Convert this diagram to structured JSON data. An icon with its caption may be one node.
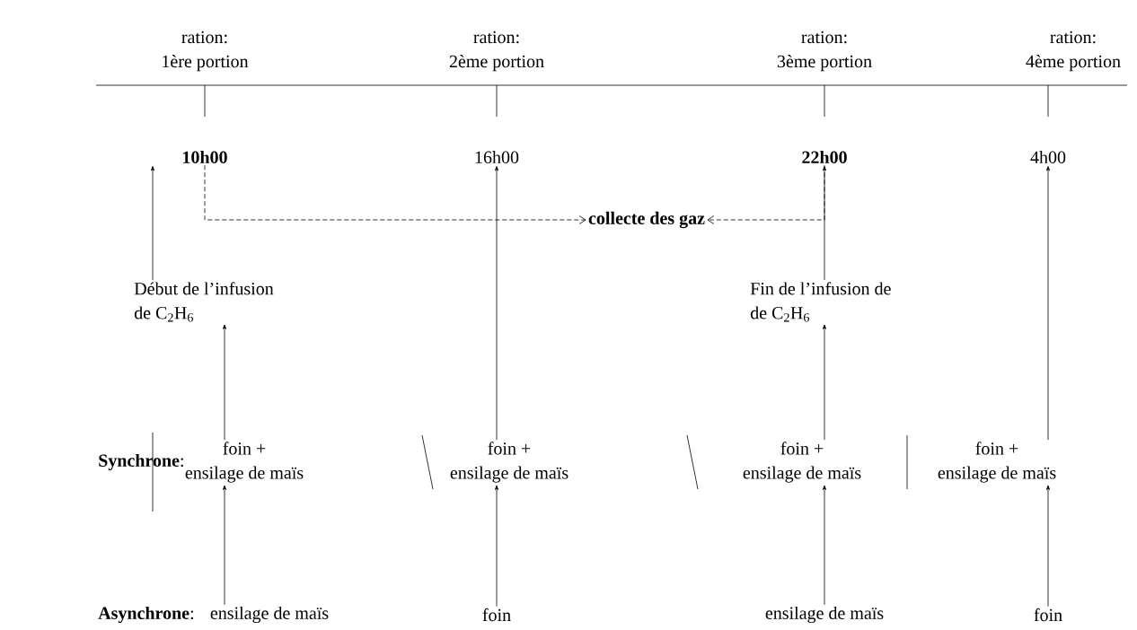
{
  "diagram": {
    "nodes": [
      {
        "text": [
          "10h00"
        ]
      },
      {
        "text": [
          "16h00"
        ]
      },
      {
        "text": [
          "22h00"
        ]
      },
      {
        "text": [
          "4h00"
        ]
      },
      {
        "text": [
          "collecte des gaz"
        ]
      },
      {
        "text": [
          "Début de l’infusion de C$_{2}$H$_{6}$"
        ]
      },
      {
        "text": [
          "Fin de l’infusion de de C$_{2}$H$_{6}$"
        ]
      },
      {
        "text": [
          "foin + ensilage de maïs"
        ]
      },
      {
        "text": [
          "foin + ensilage de maïs"
        ]
      },
      {
        "text": [
          "foin + ensilage de maïs"
        ]
      },
      {
        "text": [
          "foin + ensilage de maïs"
        ]
      },
      {
        "text": [
          "ensilage de maïs"
        ]
      },
      {
        "text": [
          "foin"
        ]
      },
      {
        "text": [
          "ensilage de maïs"
        ]
      },
      {
        "text": [
          "foin"
        ]
      }
    ],
    "edges": [
      {
        "from": 0,
        "to": 4,
        "arrow": "to",
        "style": "dashed"
      },
      {
        "from": 2,
        "to": 4,
        "arrow": "to",
        "style": "dashed"
      },
      {
        "from": 5,
        "to": 0,
        "arrow": "to"
      },
      {
        "from": 6,
        "to": 2,
        "arrow": "to"
      },
      {
        "from": 7,
        "to": 5,
        "arrow": "to"
      },
      {
        "from": 8,
        "to": 1,
        "arrow": "to"
      },
      {
        "from": 9,
        "to": 6,
        "arrow": "to"
      },
      {
        "from": 10,
        "to": 3,
        "arrow": "to"
      },
      {
        "from": 11,
        "to": 7,
        "arrow": "to"
      },
      {
        "from": 12,
        "to": 8,
        "arrow": "to"
      },
      {
        "from": 13,
        "to": 9,
        "arrow": "to"
      },
      {
        "from": 14,
        "to": 10,
        "arrow": "to"
      }
    ],
    "labels": [
      "ration: 1ère portion",
      "ration: 2ème portion",
      "ration: 3ème portion",
      "ration: 4ème portion",
      "**Synchrone**:",
      "**Asynchrone**:"
    ]
  }
}
